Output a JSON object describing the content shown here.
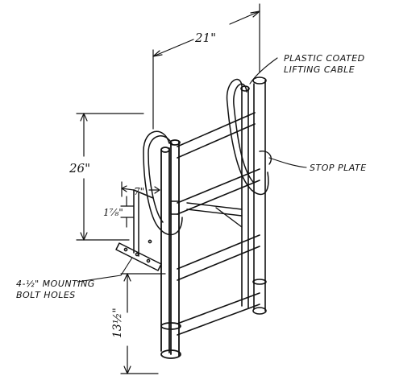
{
  "labels": {
    "cable_line1": "PLASTIC COATED",
    "cable_line2": "LIFTING CABLE",
    "stop_plate": "STOP PLATE",
    "bolt_line1": "4-½\" MOUNTING",
    "bolt_line2": "BOLT HOLES"
  },
  "dimensions": {
    "width": "21\"",
    "height": "26\"",
    "bracket_offset": "7\"",
    "bracket_height": "1⅞\"",
    "lower_extension": "13½\""
  },
  "colors": {
    "ink": "#111111",
    "paper": "#ffffff"
  }
}
